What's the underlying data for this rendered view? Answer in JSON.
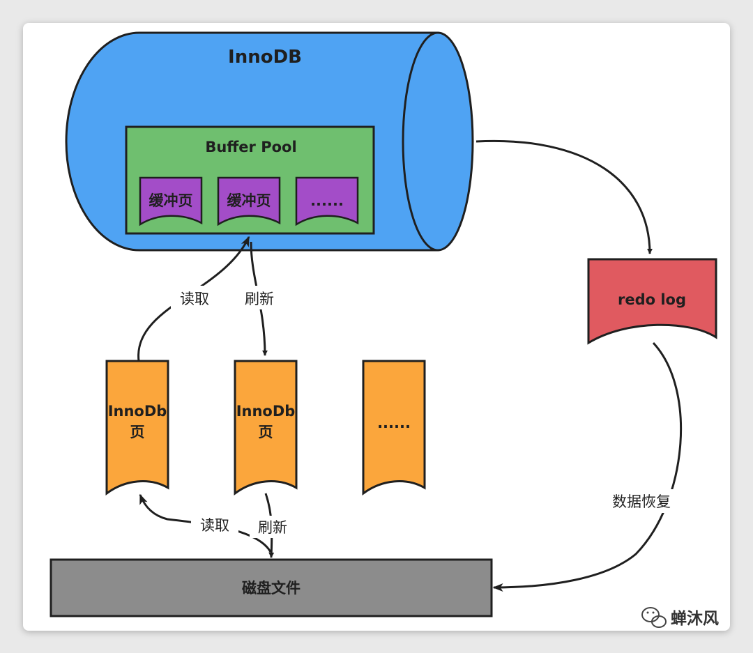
{
  "innodb": {
    "title": "InnoDB"
  },
  "buffer_pool": {
    "title": "Buffer Pool",
    "pages": [
      "缓冲页",
      "缓冲页",
      "......"
    ]
  },
  "redo_log": {
    "label": "redo log"
  },
  "disk_pages": {
    "page1": {
      "line1": "InnoDb",
      "line2": "页"
    },
    "page2": {
      "line1": "InnoDb",
      "line2": "页"
    },
    "page3": {
      "line1": "......"
    }
  },
  "disk": {
    "label": "磁盘文件"
  },
  "arrows": {
    "read_upper": "读取",
    "flush_upper": "刷新",
    "read_lower": "读取",
    "flush_lower": "刷新",
    "recovery": "数据恢复"
  },
  "watermark": {
    "text": "蝉沐风"
  },
  "colors": {
    "innodb": "#4fa3f3",
    "buffer_pool": "#6fbf6f",
    "buffer_page": "#a34dc8",
    "redo_log": "#e05a60",
    "disk_page": "#fba63c",
    "disk": "#8c8c8c"
  }
}
